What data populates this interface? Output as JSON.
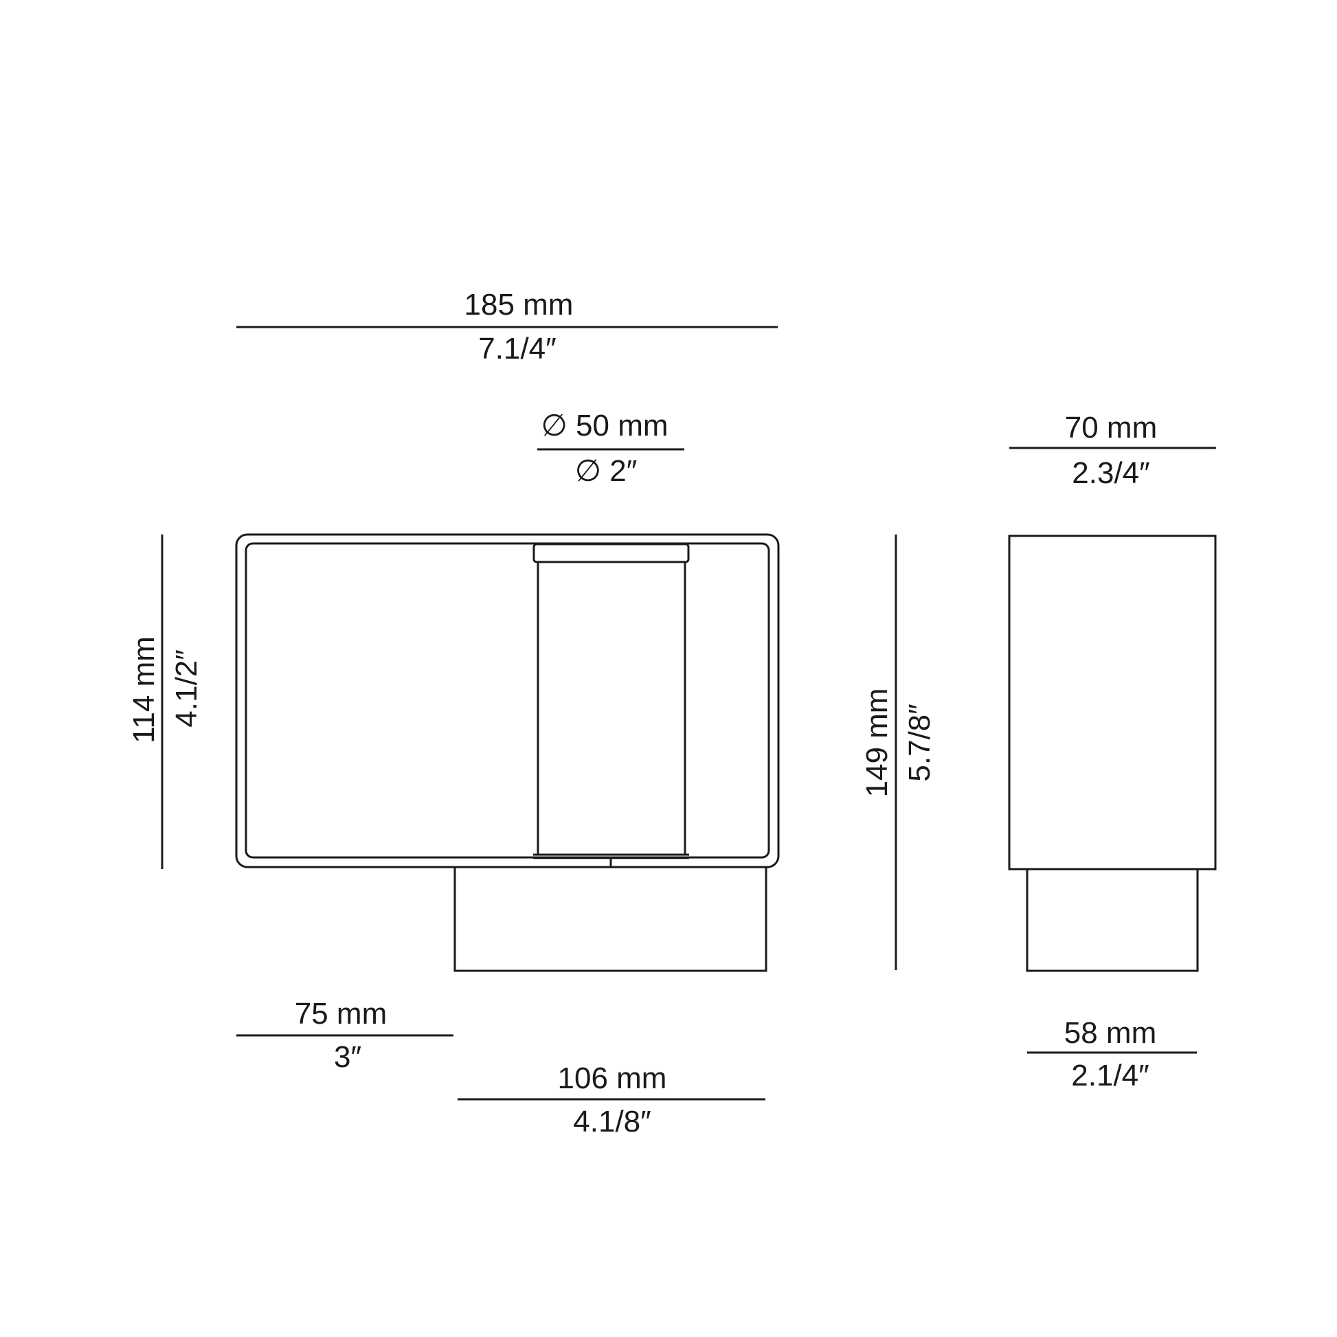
{
  "dimensions": {
    "overall_width": {
      "metric": "185 mm",
      "imperial": "7.1/4″"
    },
    "diffuser_diameter": {
      "metric": "∅ 50 mm",
      "imperial": "∅ 2″"
    },
    "side_width": {
      "metric": "70 mm",
      "imperial": "2.3/4″"
    },
    "shade_height": {
      "metric": "114 mm",
      "imperial": "4.1/2″"
    },
    "total_height": {
      "metric": "149 mm",
      "imperial": "5.7/8″"
    },
    "base_offset": {
      "metric": "75 mm",
      "imperial": "3″"
    },
    "base_width": {
      "metric": "106 mm",
      "imperial": "4.1/8″"
    },
    "side_base_width": {
      "metric": "58 mm",
      "imperial": "2.1/4″"
    }
  }
}
